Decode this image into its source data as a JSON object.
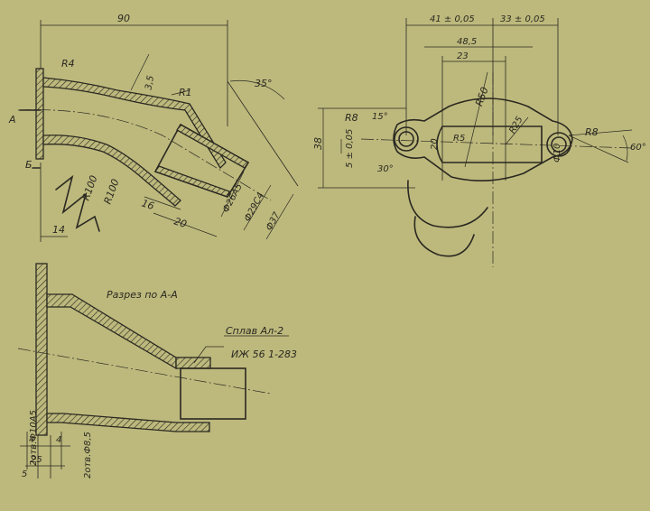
{
  "labels": {
    "dim_90": "90",
    "dim_35deg": "35°",
    "r4": "R4",
    "r1": "R1",
    "dim_3_5": "3,5",
    "arrow_a": "A",
    "arrow_b": "Б",
    "r100_a": "R100",
    "r100_b": "R100",
    "dim_16": "16",
    "dim_20": "20",
    "dia_26": "Ф26А5",
    "dia_29": "Ф29С4",
    "dia_37": "Ф37",
    "dim_14": "14",
    "dim_41": "41 ± 0,05",
    "dim_33": "33 ± 0,05",
    "dim_48_5": "48,5",
    "dim_23": "23",
    "r50": "R50",
    "r25": "R25",
    "r5": "R5",
    "r8_left": "R8",
    "r8_right": "R8",
    "ang_15": "15°",
    "ang_30": "30°",
    "ang_60": "60°",
    "dim_38": "38",
    "dim_20_v": "20",
    "dim_5": "5 ± 0,05",
    "dia_10": "Ф10",
    "section_title": "Разрез по А-А",
    "material_1": "Сплав Ал-2",
    "material_2": "ИЖ 56 1-283",
    "holes_104": "2отв.Ф10А5",
    "holes_85": "2отв.Ф8,5",
    "dim_4a": "4",
    "dim_4b": "4",
    "dim_25": "25",
    "dim_5b": "5"
  }
}
